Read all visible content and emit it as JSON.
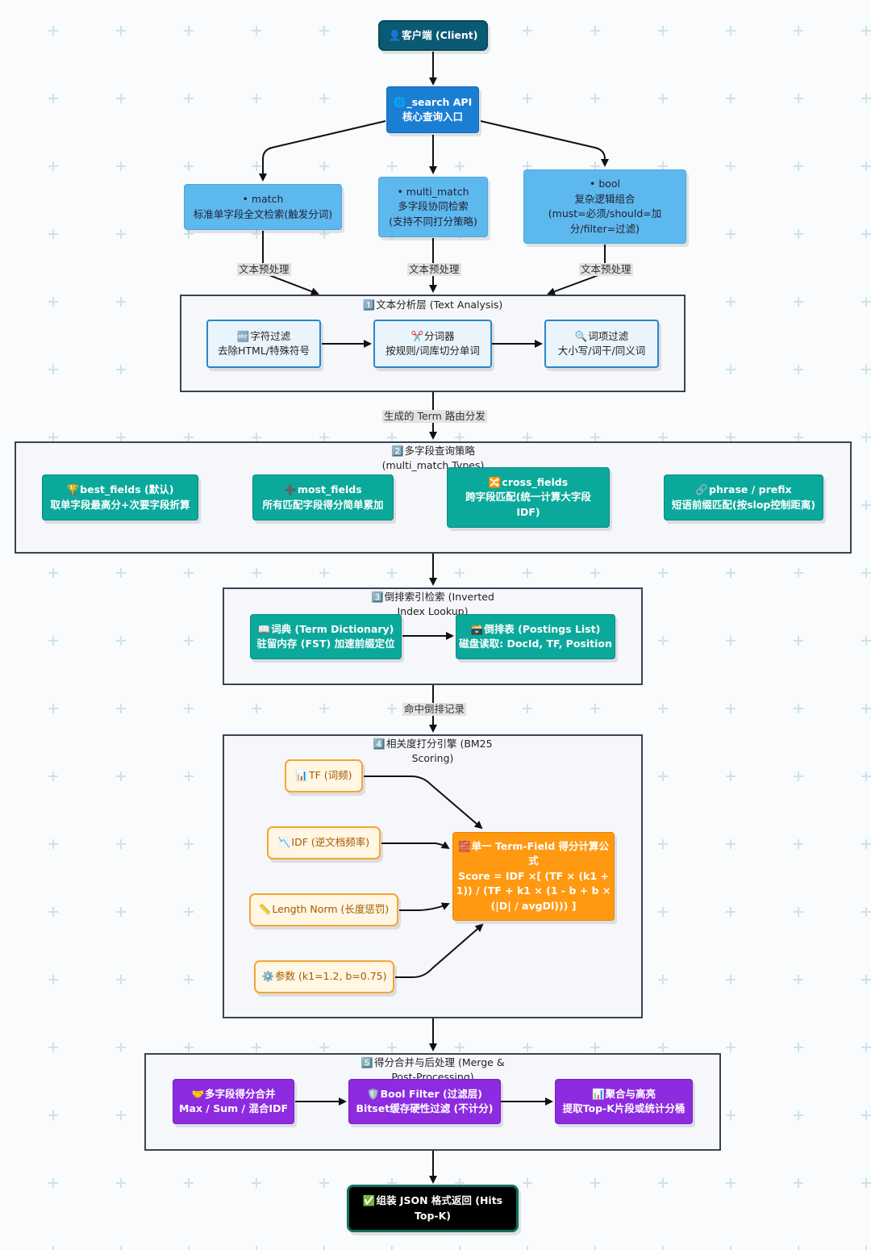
{
  "nodes": {
    "client": {
      "icon": "👤",
      "lines": [
        "客户端 (Client)"
      ]
    },
    "search_api": {
      "icon": "🌐",
      "lines": [
        "_search API",
        "核心查询入口"
      ]
    },
    "match": {
      "lines": [
        "• match",
        "标准单字段全文检索(触发分词)"
      ]
    },
    "multi_match": {
      "lines": [
        "• multi_match",
        "多字段协同检索",
        "(支持不同打分策略)"
      ]
    },
    "bool": {
      "lines": [
        "• bool",
        "复杂逻辑组合",
        "(must=必须/should=加",
        "分/filter=过滤)"
      ]
    },
    "char_filter": {
      "icon": "🔤",
      "lines": [
        "字符过滤",
        "去除HTML/特殊符号"
      ]
    },
    "tokenizer": {
      "icon": "✂️",
      "lines": [
        "分词器",
        "按规则/词库切分单词"
      ]
    },
    "token_filter": {
      "icon": "🔍",
      "lines": [
        "词项过滤",
        "大小写/词干/同义词"
      ]
    },
    "best_fields": {
      "icon": "🏆",
      "lines": [
        "best_fields (默认)",
        "取单字段最高分+次要字段折算"
      ]
    },
    "most_fields": {
      "icon": "➕",
      "lines": [
        "most_fields",
        "所有匹配字段得分简单累加"
      ]
    },
    "cross_fields": {
      "icon": "🔀",
      "lines": [
        "cross_fields",
        "跨字段匹配(统一计算大字段",
        "IDF)"
      ]
    },
    "phrase_prefix": {
      "icon": "🔗",
      "lines": [
        "phrase / prefix",
        "短语前缀匹配(按slop控制距离)"
      ]
    },
    "term_dict": {
      "icon": "📖",
      "lines": [
        "词典 (Term Dictionary)",
        "驻留内存 (FST) 加速前缀定位"
      ]
    },
    "postings": {
      "icon": "🗃️",
      "lines": [
        "倒排表 (Postings List)",
        "磁盘读取: DocId, TF, Position"
      ]
    },
    "tf": {
      "icon": "📊",
      "lines": [
        "TF (词频)"
      ]
    },
    "idf": {
      "icon": "📉",
      "lines": [
        "IDF (逆文档频率)"
      ]
    },
    "length_norm": {
      "icon": "📏",
      "lines": [
        "Length Norm (长度惩罚)"
      ]
    },
    "params": {
      "icon": "⚙️",
      "lines": [
        "参数 (k1=1.2, b=0.75)"
      ]
    },
    "score_formula": {
      "icon": "🧱",
      "lines": [
        "单一 Term-Field 得分计算公",
        "式",
        "Score = IDF ×[ (TF × (k1 +",
        "1)) / (TF + k1 × (1 - b + b ×",
        "(|D| / avgDl))) ]"
      ]
    },
    "multi_merge": {
      "icon": "🤝",
      "lines": [
        "多字段得分合并",
        "Max / Sum / 混合IDF"
      ]
    },
    "bool_filter": {
      "icon": "🛡️",
      "lines": [
        "Bool Filter (过滤层)",
        "Bitset缓存硬性过滤 (不计分)"
      ]
    },
    "aggregation": {
      "icon": "📊",
      "lines": [
        "聚合与高亮",
        "提取Top-K片段或统计分桶"
      ]
    },
    "result": {
      "icon": "✅",
      "lines": [
        "组装 JSON 格式返回 (Hits",
        "Top-K)"
      ]
    }
  },
  "groups": {
    "text_analysis": {
      "badge": "1️⃣",
      "lines": [
        "文本分析层 (Text Analysis)"
      ]
    },
    "multi_field": {
      "badge": "2️⃣",
      "lines": [
        "多字段查询策略",
        "(multi_match Types)"
      ]
    },
    "inverted": {
      "badge": "3️⃣",
      "lines": [
        "倒排索引检索 (Inverted",
        "Index Lookup)"
      ]
    },
    "scoring": {
      "badge": "4️⃣",
      "lines": [
        "相关度打分引擎 (BM25",
        "Scoring)"
      ]
    },
    "merge": {
      "badge": "5️⃣",
      "lines": [
        "得分合并与后处理 (Merge &",
        "Post-Processing)"
      ]
    }
  },
  "edge_labels": {
    "pre_match": "文本预处理",
    "pre_multi": "文本预处理",
    "pre_bool": "文本预处理",
    "term_route": "生成的 Term 路由分发",
    "hit_postings": "命中倒排记录"
  },
  "colors": {
    "client": "#0b5a73",
    "api": "#1a7fd3",
    "query_types": "#5db8ee",
    "strategy": "#0ba99b",
    "scoring_input": "#fff6e3",
    "formula": "#ff9912",
    "merge": "#8d2be0",
    "result": "#000000"
  }
}
